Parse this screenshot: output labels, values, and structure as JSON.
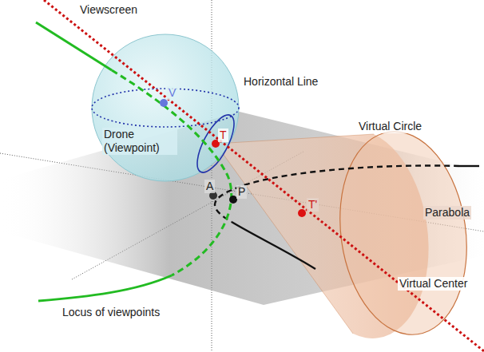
{
  "diagram": {
    "labels": [
      "Viewscreen",
      "V",
      "Drone (Viewpoint)",
      "Horizontal Line",
      "T",
      "Virtual Circle",
      "A",
      "P",
      "T'",
      "Parabola",
      "Virtual Center",
      "Locus of viewpoints"
    ]
  }
}
